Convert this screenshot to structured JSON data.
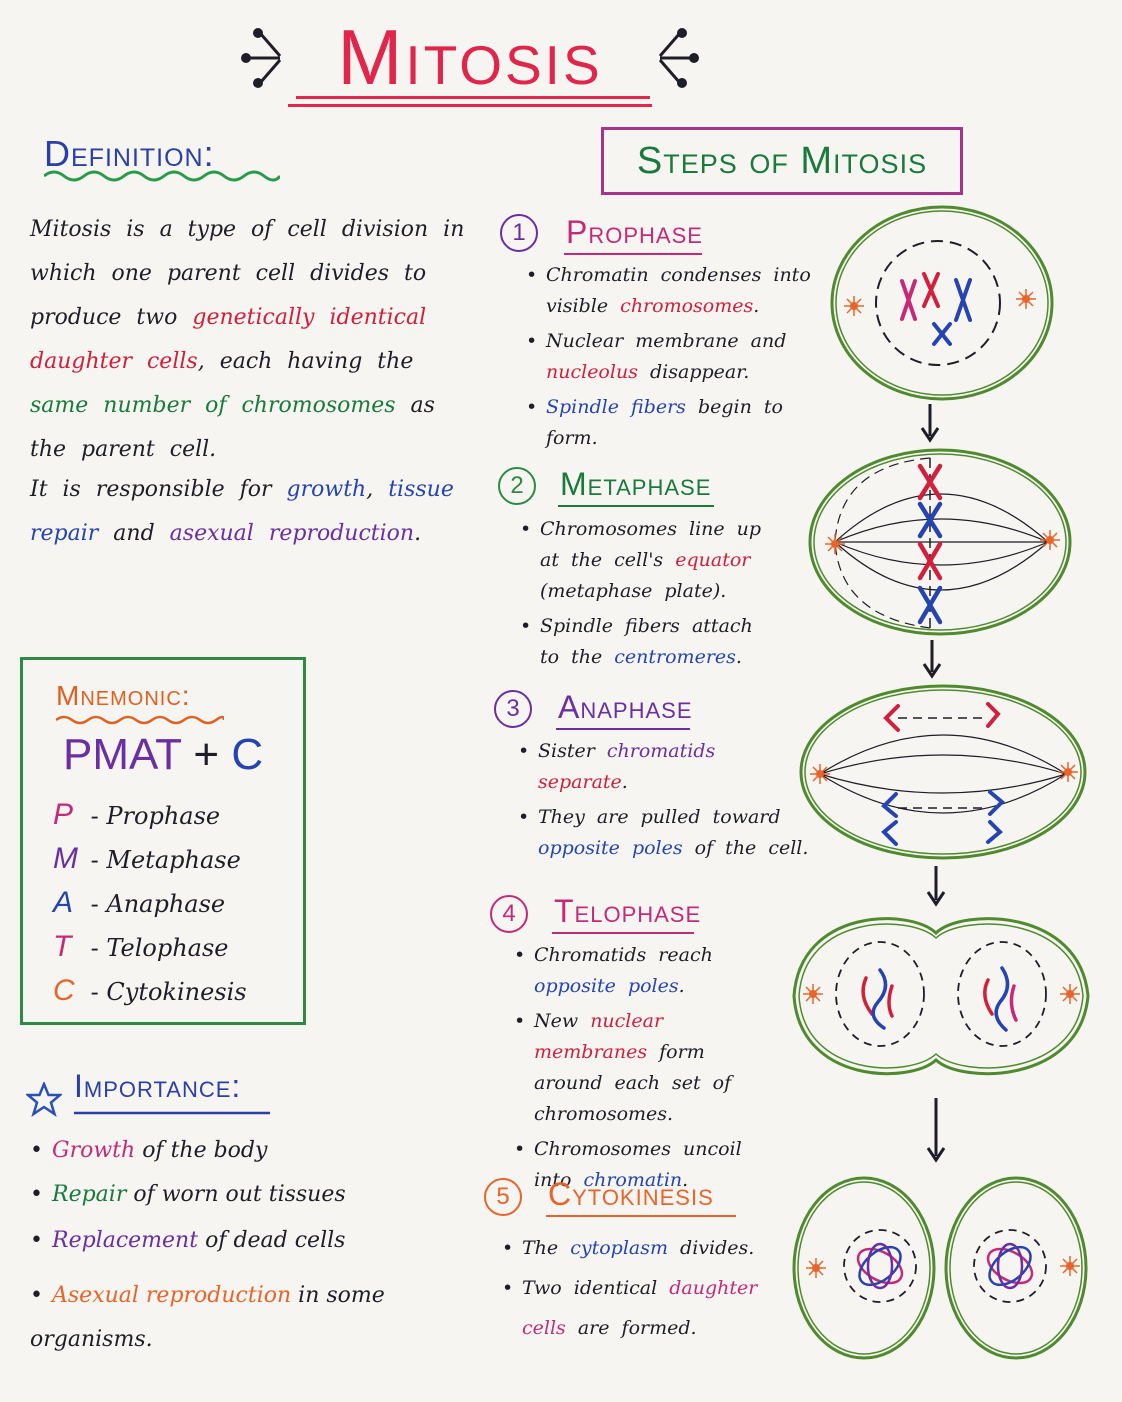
{
  "title": "Mitosis",
  "definition": {
    "heading": "Definition:",
    "t1": "Mitosis is a type of cell division in which one parent cell divides to produce two",
    "t2": "genetically identical daughter cells",
    "t3": ", each having the",
    "t4": "same number of chromosomes",
    "t5": "as the parent cell.",
    "r1": "It is responsible for",
    "r2": "growth",
    "r3": ",",
    "r4": "tissue repair",
    "r5": "and",
    "r6": "asexual reproduction",
    "r7": "."
  },
  "mnemonic": {
    "heading": "Mnemonic:",
    "pmat": "PMAT",
    "plus": "+",
    "c": "C",
    "items": [
      {
        "letter": "P",
        "dash": "-",
        "word": "Prophase"
      },
      {
        "letter": "M",
        "dash": "-",
        "word": "Metaphase"
      },
      {
        "letter": "A",
        "dash": "-",
        "word": "Anaphase"
      },
      {
        "letter": "T",
        "dash": "-",
        "word": "Telophase"
      },
      {
        "letter": "C",
        "dash": "-",
        "word": "Cytokinesis"
      }
    ]
  },
  "importance": {
    "heading": "Importance:",
    "items": [
      {
        "hl": "Growth",
        "rest": "of the body"
      },
      {
        "hl": "Repair",
        "rest": "of worn out tissues"
      },
      {
        "hl": "Replacement",
        "rest": "of dead cells"
      },
      {
        "hl": "Asexual reproduction",
        "rest": "in some organisms."
      }
    ]
  },
  "steps_heading": "Steps of Mitosis",
  "steps": {
    "s1": {
      "num": "1",
      "title": "Prophase",
      "b1a": "Chromatin condenses into visible",
      "b1b": "chromosomes",
      "b1c": ".",
      "b2a": "Nuclear membrane and",
      "b2b": "nucleolus",
      "b2c": "disappear.",
      "b3a": "Spindle fibers",
      "b3b": "begin to form."
    },
    "s2": {
      "num": "2",
      "title": "Metaphase",
      "b1a": "Chromosomes line up at the cell's",
      "b1b": "equator",
      "b1c": "(metaphase plate).",
      "b2a": "Spindle fibers attach to the",
      "b2b": "centromeres",
      "b2c": "."
    },
    "s3": {
      "num": "3",
      "title": "Anaphase",
      "b1a": "Sister",
      "b1b": "chromatids",
      "b1c": "separate",
      "b1d": ".",
      "b2a": "They are pulled toward",
      "b2b": "opposite poles",
      "b2c": "of the cell."
    },
    "s4": {
      "num": "4",
      "title": "Telophase",
      "b1a": "Chromatids reach",
      "b1b": "opposite poles",
      "b1c": ".",
      "b2a": "New",
      "b2b": "nuclear membranes",
      "b2c": "form around each set of chromosomes.",
      "b3a": "Chromosomes uncoil into",
      "b3b": "chromatin",
      "b3c": "."
    },
    "s5": {
      "num": "5",
      "title": "Cytokinesis",
      "b1a": "The",
      "b1b": "cytoplasm",
      "b1c": "divides.",
      "b2a": "Two identical",
      "b2b": "daughter cells",
      "b2c": "are formed."
    }
  },
  "colors": {
    "title_red": "#e0264a",
    "heading_blue": "#2a3fa8",
    "green": "#1a7a3c",
    "magenta": "#c42a78",
    "purple": "#6a2fa0",
    "orange": "#e8642a",
    "cell_outline": "#4f8a2e",
    "centriole": "#e8642a"
  }
}
